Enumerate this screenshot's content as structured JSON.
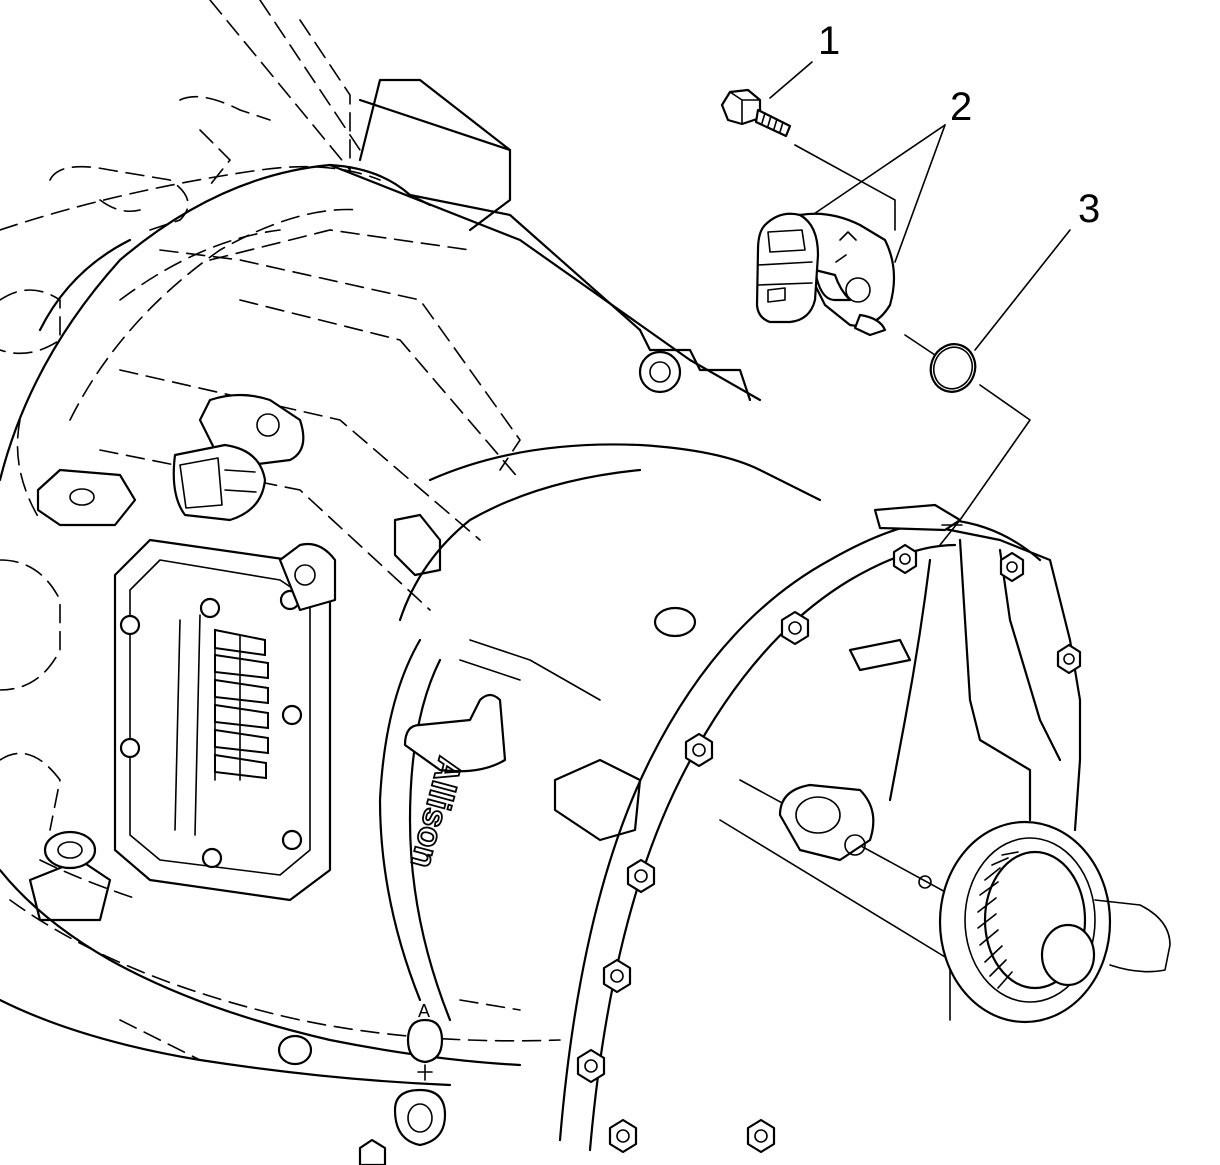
{
  "diagram": {
    "callouts": [
      {
        "id": "1",
        "label": "1",
        "part": "bolt"
      },
      {
        "id": "2",
        "label": "2",
        "part": "speed-sensor"
      },
      {
        "id": "3",
        "label": "3",
        "part": "o-ring-seal"
      }
    ],
    "case_logo_text": "Allison",
    "case_mark_text": "A"
  }
}
